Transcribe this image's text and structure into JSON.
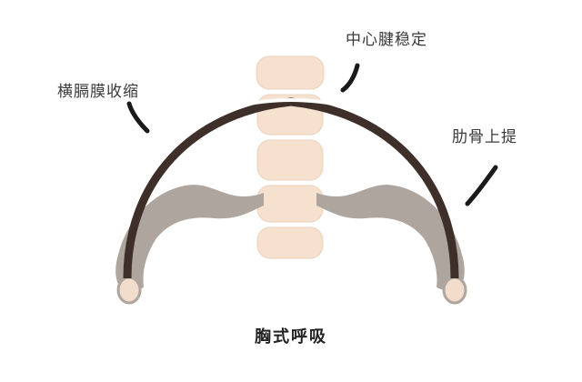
{
  "labels": {
    "diaphragm": "横膈膜收缩",
    "central_tendon": "中心腱稳定",
    "ribs": "肋骨上提"
  },
  "caption": "胸式呼吸",
  "colors": {
    "diaphragm": "#3f2f2b",
    "ribs": "#aea59f",
    "rib_ends": "#f2ddcc",
    "spine": "#f6e1cf",
    "spine_shadow": "#e7cbb6",
    "pointer": "#1a1a1a"
  }
}
